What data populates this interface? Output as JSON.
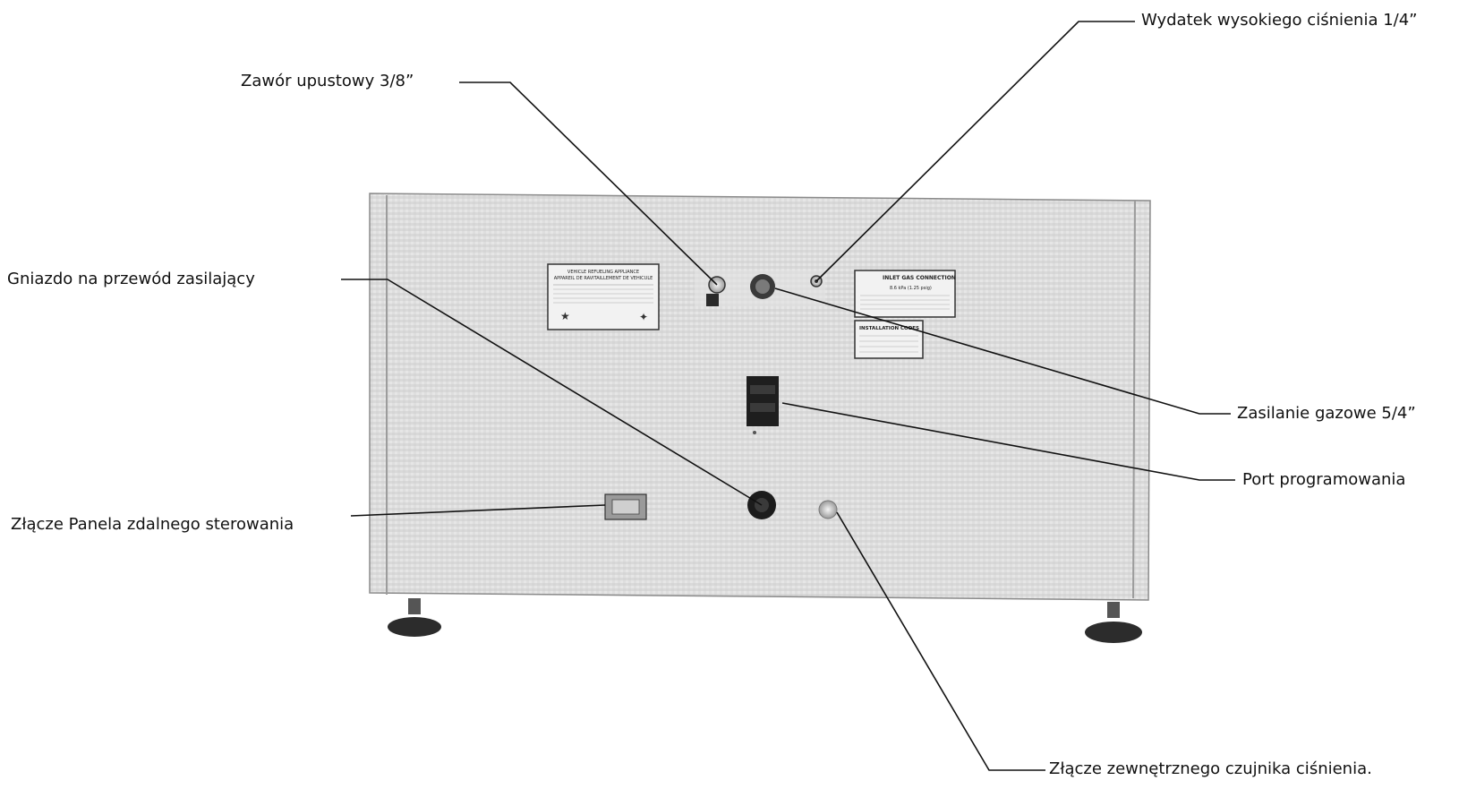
{
  "figure": {
    "callouts": [
      {
        "id": "high-pressure-outlet",
        "text": "Wydatek wysokiego ciśnienia 1/4”"
      },
      {
        "id": "relief-valve",
        "text": "Zawór upustowy 3/8”"
      },
      {
        "id": "power-cord-socket",
        "text": "Gniazdo na przewód zasilający"
      },
      {
        "id": "gas-supply",
        "text": "Zasilanie gazowe 5/4”"
      },
      {
        "id": "programming-port",
        "text": "Port programowania"
      },
      {
        "id": "remote-panel-connector",
        "text": "Złącze Panela zdalnego sterowania"
      },
      {
        "id": "pressure-sensor-connector",
        "text": "Złącze zewnętrznego czujnika ciśnienia."
      }
    ],
    "plates": {
      "left_title_1": "VEHICLE REFUELING APPLIANCE",
      "left_title_2": "APPAREIL DE RAVITAILLEMENT DE VEHICULE",
      "inlet_title": "INLET GAS CONNECTION",
      "inlet_pressure": "8.6 kPa (1.25 psig)",
      "install_title": "INSTALLATION CODES"
    }
  }
}
